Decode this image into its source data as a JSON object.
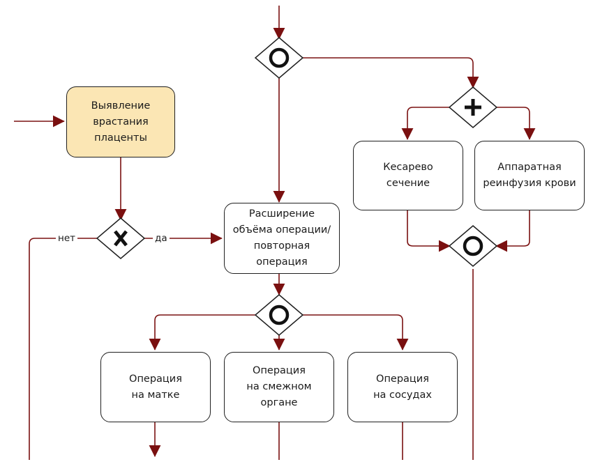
{
  "diagram": {
    "tasks": {
      "detect": "Выявление\nврастания\nплаценты",
      "expand": "Расширение\nобъёма операции/\nповторная\nоперация",
      "cesarean": "Кесарево\nсечение",
      "reinfusion": "Аппаратная\nреинфузия крови",
      "uterus": "Операция\nна матке",
      "adjacent": "Операция\nна смежном\nоргане",
      "vessels": "Операция\nна сосудах"
    },
    "labels": {
      "no": "нет",
      "yes": "да"
    },
    "gateways": {
      "top": "inclusive",
      "right": "parallel",
      "join": "inclusive",
      "decision": "exclusive",
      "middle": "inclusive"
    },
    "colors": {
      "flow": "#7a1010",
      "highlight_fill": "#fbe6b4",
      "outline": "#1f1f1f"
    }
  }
}
